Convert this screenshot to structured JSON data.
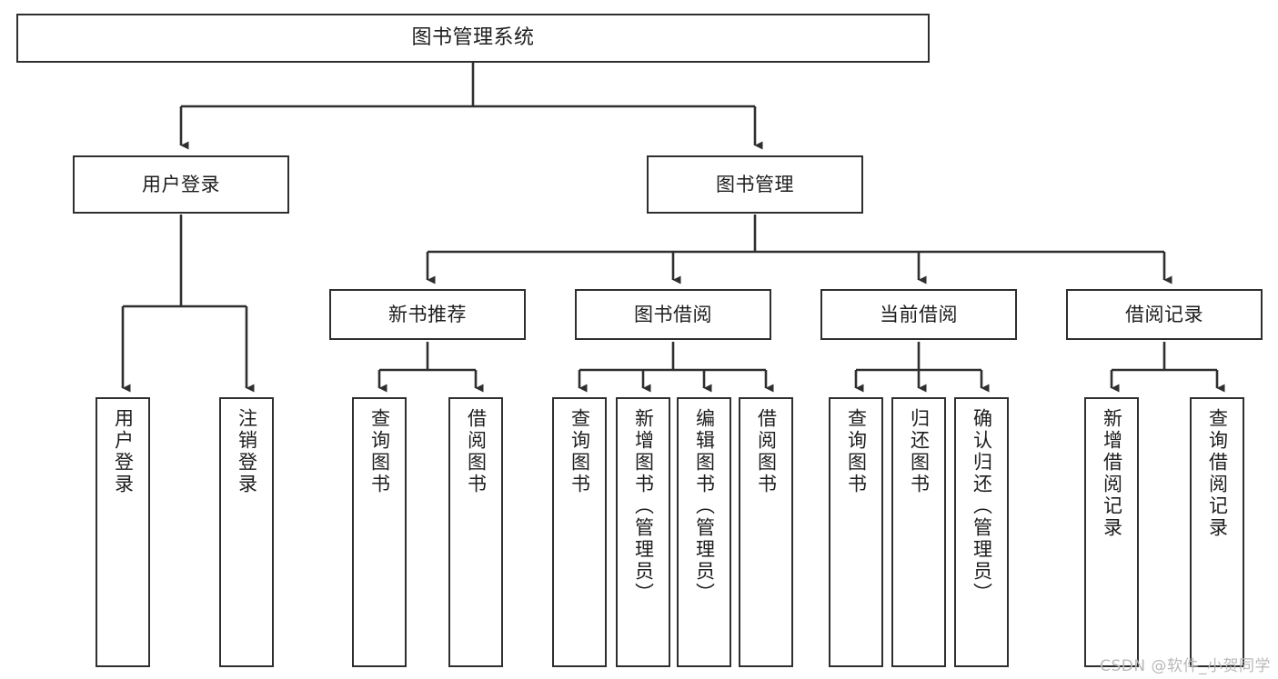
{
  "diagram": {
    "title": "图书管理系统",
    "type": "tree-hierarchy",
    "watermark": "CSDN @软件_小贺同学",
    "colors": {
      "stroke": "#2f2f2f",
      "fill": "#ffffff",
      "text": "#1d1d1d",
      "watermark": "#b9b9b9"
    },
    "nodes": {
      "root": {
        "label": "图书管理系统"
      },
      "level2": [
        {
          "id": "user-login",
          "label": "用户登录"
        },
        {
          "id": "book-manage",
          "label": "图书管理"
        }
      ],
      "level3": [
        {
          "id": "new-book-recommend",
          "label": "新书推荐"
        },
        {
          "id": "book-borrow",
          "label": "图书借阅"
        },
        {
          "id": "current-borrow",
          "label": "当前借阅"
        },
        {
          "id": "borrow-record",
          "label": "借阅记录"
        }
      ],
      "leaves": {
        "user-login": [
          {
            "id": "user-login-leaf",
            "label": "用户登录"
          },
          {
            "id": "logout-leaf",
            "label": "注销登录"
          }
        ],
        "new-book-recommend": [
          {
            "id": "query-book-1",
            "label": "查询图书"
          },
          {
            "id": "borrow-book-1",
            "label": "借阅图书"
          }
        ],
        "book-borrow": [
          {
            "id": "query-book-2",
            "label": "查询图书"
          },
          {
            "id": "add-book",
            "label": "新增图书（管理员）"
          },
          {
            "id": "edit-book",
            "label": "编辑图书（管理员）"
          },
          {
            "id": "borrow-book-2",
            "label": "借阅图书"
          }
        ],
        "current-borrow": [
          {
            "id": "query-book-3",
            "label": "查询图书"
          },
          {
            "id": "return-book",
            "label": "归还图书"
          },
          {
            "id": "confirm-return",
            "label": "确认归还（管理员）"
          }
        ],
        "borrow-record": [
          {
            "id": "add-borrow-record",
            "label": "新增借阅记录"
          },
          {
            "id": "query-borrow-record",
            "label": "查询借阅记录"
          }
        ]
      }
    }
  }
}
